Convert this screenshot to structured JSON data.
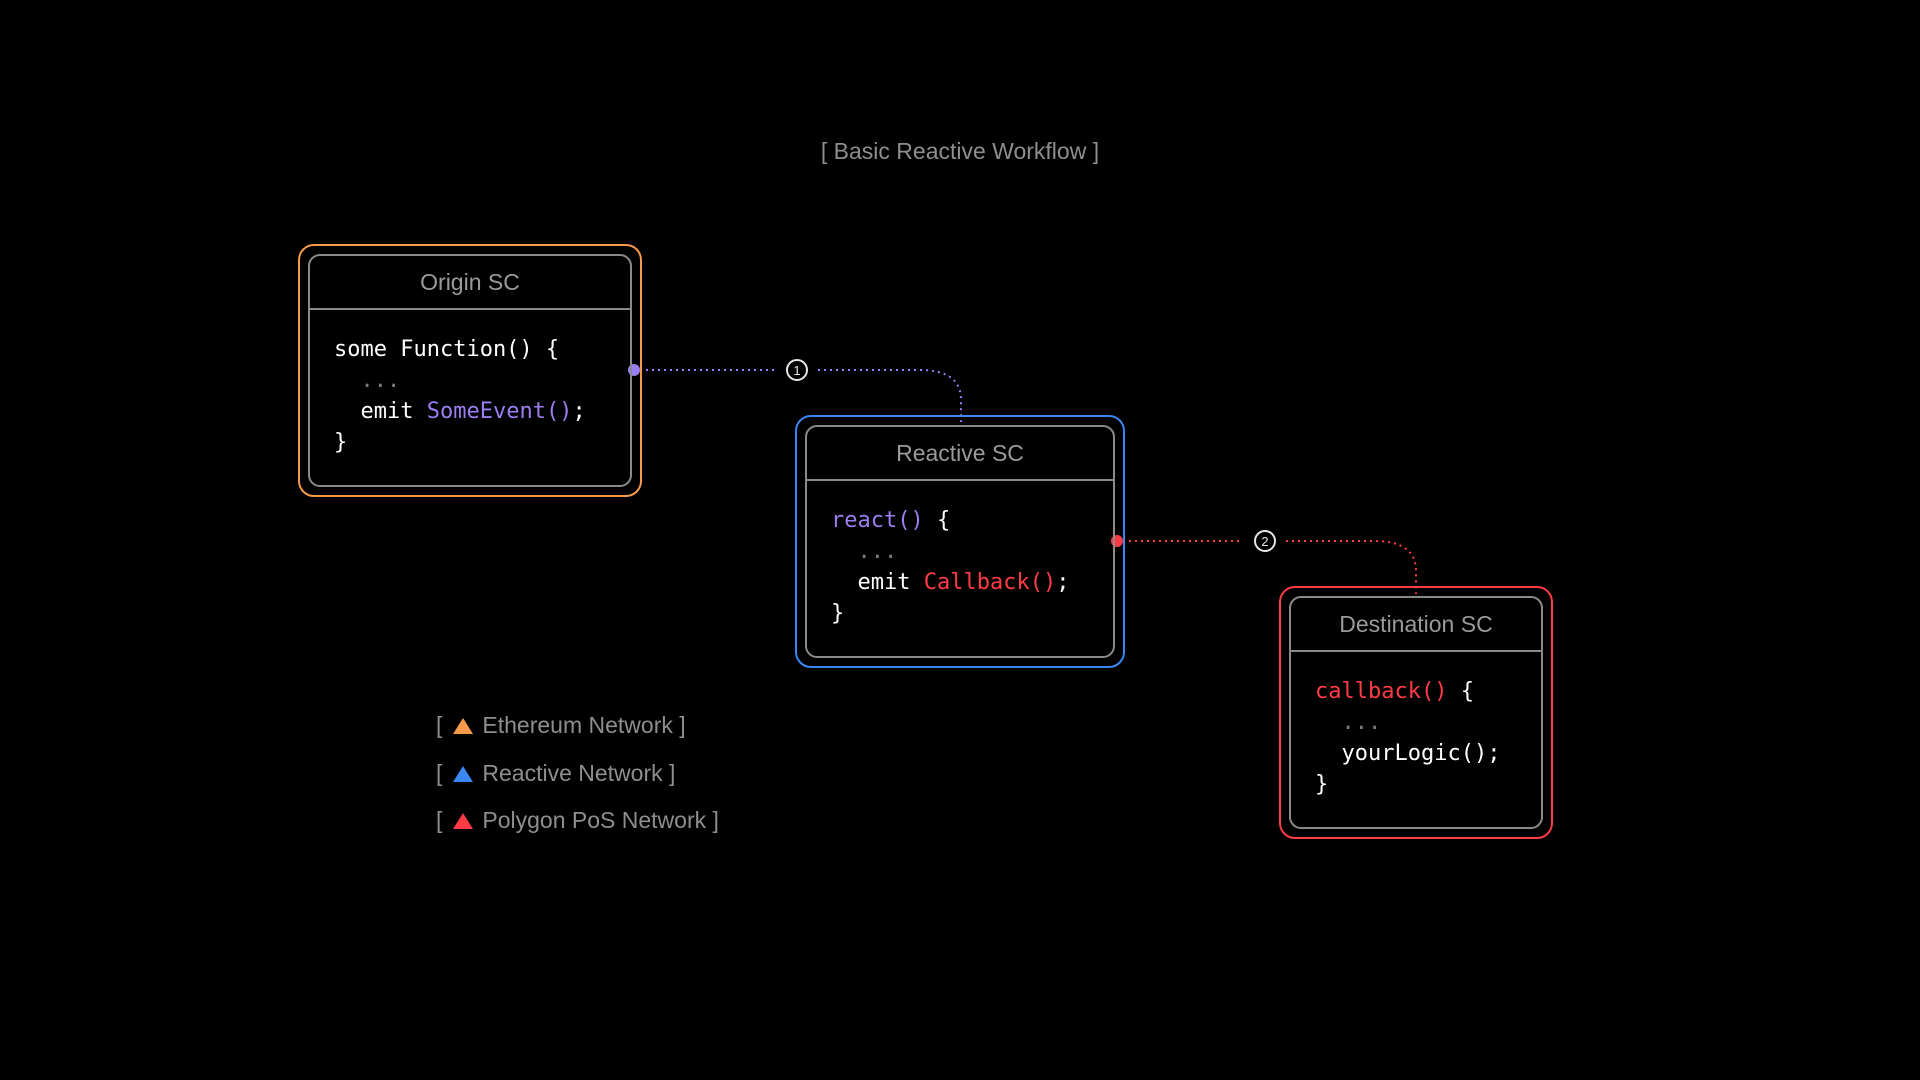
{
  "title": "[ Basic Reactive Workflow ]",
  "colors": {
    "origin": "#f59a4a",
    "reactive": "#3b86f5",
    "destination": "#ff3b45",
    "event": "#9b7ff0"
  },
  "origin": {
    "header": "Origin SC",
    "line1": "some Function() {",
    "dots": "...",
    "emit": "emit ",
    "event": "SomeEvent()",
    "semi": ";",
    "close": "}"
  },
  "reactive": {
    "header": "Reactive SC",
    "fn": "react()",
    "open": " {",
    "dots": "...",
    "emit": "emit ",
    "event": "Callback()",
    "semi": ";",
    "close": "}"
  },
  "destination": {
    "header": "Destination SC",
    "fn": "callback()",
    "open": " {",
    "dots": "...",
    "logic": "yourLogic();",
    "close": "}"
  },
  "steps": [
    "1",
    "2"
  ],
  "legend": [
    {
      "open": "[",
      "label": "Ethereum Network ]",
      "color": "#f59a4a"
    },
    {
      "open": "[",
      "label": "Reactive Network ]",
      "color": "#3b86f5"
    },
    {
      "open": "[",
      "label": "Polygon PoS Network ]",
      "color": "#ff3b45"
    }
  ]
}
